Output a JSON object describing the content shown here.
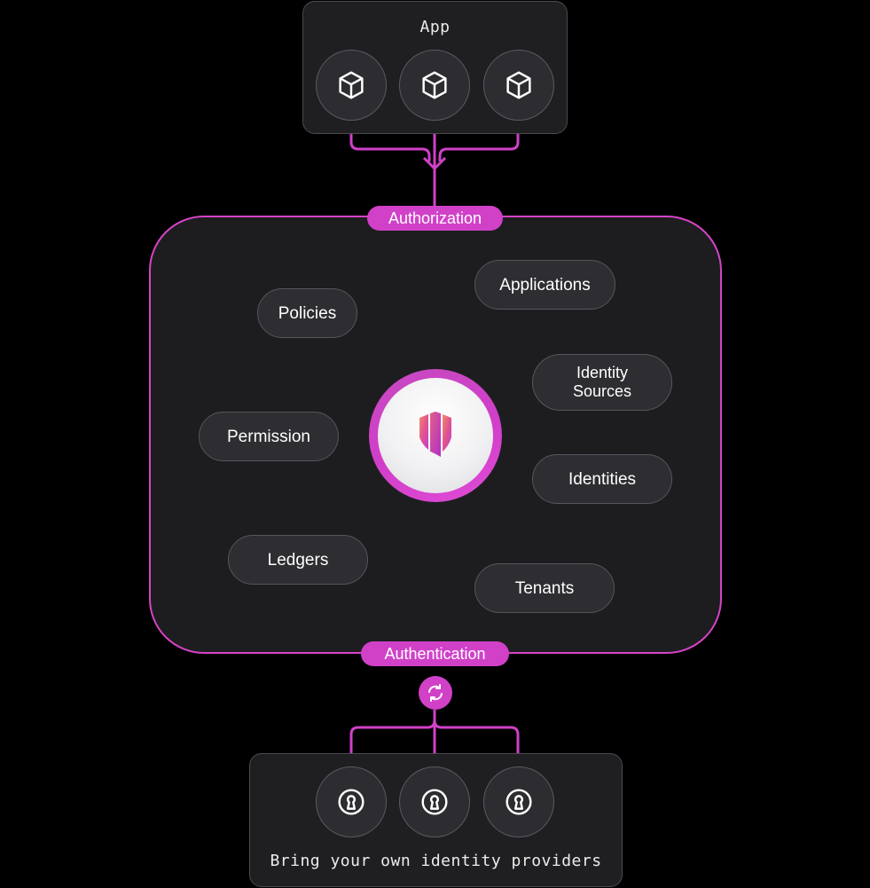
{
  "app_panel": {
    "title": "App",
    "nodes": [
      "cube-icon",
      "cube-icon",
      "cube-icon"
    ]
  },
  "core": {
    "top_label": "Authorization",
    "bottom_label": "Authentication",
    "center_icon": "shield-icon",
    "items": {
      "policies": "Policies",
      "applications": "Applications",
      "identity_sources": "Identity\nSources",
      "permission": "Permission",
      "identities": "Identities",
      "ledgers": "Ledgers",
      "tenants": "Tenants"
    }
  },
  "idp_panel": {
    "title": "Bring your own identity providers",
    "nodes": [
      "keyhole-icon",
      "keyhole-icon",
      "keyhole-icon"
    ],
    "connector_icon": "sync-icon"
  },
  "colors": {
    "accent": "#d041c8",
    "panel": "#1f1f22",
    "pill": "#2d2d32",
    "background": "#000000"
  }
}
